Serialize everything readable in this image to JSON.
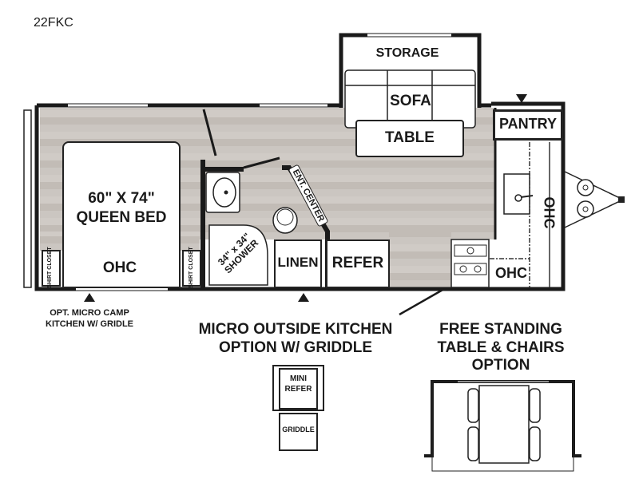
{
  "title": "22FKC",
  "rooms": {
    "storage": "STORAGE",
    "sofa": "SOFA",
    "table": "TABLE",
    "pantry": "PANTRY",
    "kitchen_ohc": "OHC",
    "stove_ohc": "OHC",
    "bed_line1": "60\" X 74\"",
    "bed_line2": "QUEEN BED",
    "bed_ohc": "OHC",
    "shirt_closet": "SHIRT CLOSET",
    "shower": "34\" x 34\" SHOWER",
    "ent_center": "ENT. CENTER",
    "linen": "LINEN",
    "refer": "REFER"
  },
  "options": {
    "micro_camp": [
      "OPT. MICRO CAMP",
      "KITCHEN W/ GRIDLE"
    ],
    "outside_kitchen": [
      "MICRO OUTSIDE KITCHEN",
      "OPTION W/ GRIDDLE"
    ],
    "mini_refer": [
      "MINI",
      "REFER"
    ],
    "griddle": "GRIDDLE",
    "free_standing": [
      "FREE STANDING",
      "TABLE & CHAIRS",
      "OPTION"
    ]
  },
  "colors": {
    "floor": "#c8c3be",
    "wall": "#1a1a1a"
  }
}
